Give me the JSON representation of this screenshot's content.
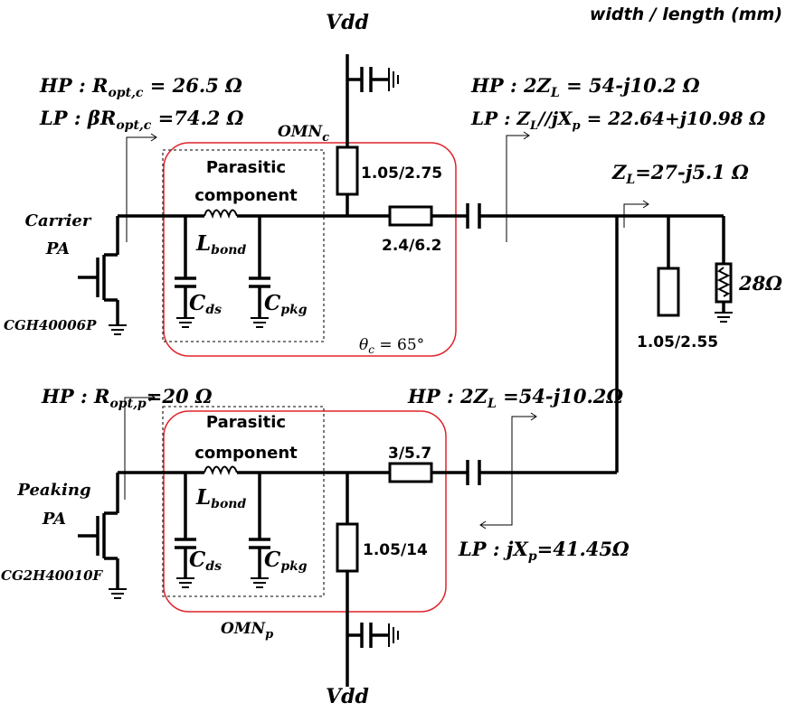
{
  "header": {
    "units_note": "width / length (mm)"
  },
  "supply": {
    "top": "Vdd",
    "bottom": "Vdd"
  },
  "carrier": {
    "label_1": "Carrier",
    "label_2": "PA",
    "device": "CGH40006P",
    "hp": {
      "lead": "HP : R",
      "sub": "opt,c",
      "tail": " = 26.5 Ω"
    },
    "lp": {
      "lead": "LP : βR",
      "sub": "opt,c",
      "tail": " =74.2 Ω"
    },
    "parasitic_1": "Parasitic",
    "parasitic_2": "component",
    "lbond": {
      "main": "L",
      "sub": "bond"
    },
    "cds": {
      "main": "C",
      "sub": "ds"
    },
    "cpkg": {
      "main": "C",
      "sub": "pkg"
    },
    "omn": {
      "main": "OMN",
      "sub": "c"
    },
    "tl_stub": "1.05/2.75",
    "tl_series": "2.4/6.2",
    "theta": {
      "main": "θ",
      "sub": "c",
      "tail": " = 65°"
    },
    "out_hp": {
      "lead": "HP : 2Z",
      "sub": "L",
      "tail": " = 54-j10.2 Ω"
    },
    "out_lp": {
      "lead": "LP : Z",
      "sub": "L",
      "mid": "//jX",
      "sub2": "p",
      "tail": " = 22.64+j10.98 Ω"
    }
  },
  "load": {
    "zl": {
      "lead": "Z",
      "sub": "L",
      "tail": "=27-j5.1 Ω"
    },
    "stub": "1.05/2.55",
    "resistor": "28Ω"
  },
  "peaking": {
    "label_1": "Peaking",
    "label_2": "PA",
    "device": "CG2H40010F",
    "hp": {
      "lead": "HP : R",
      "sub": "opt,p",
      "tail": "=20 Ω"
    },
    "parasitic_1": "Parasitic",
    "parasitic_2": "component",
    "lbond": {
      "main": "L",
      "sub": "bond"
    },
    "cds": {
      "main": "C",
      "sub": "ds"
    },
    "cpkg": {
      "main": "C",
      "sub": "pkg"
    },
    "omn": {
      "main": "OMN",
      "sub": "p"
    },
    "tl_series": "3/5.7",
    "tl_stub": "1.05/14",
    "out_hp": {
      "lead": "HP : 2Z",
      "sub": "L",
      "tail": " =54-j10.2Ω"
    },
    "out_lp": {
      "lead": "LP :  jX",
      "sub": "p",
      "tail": "=41.45Ω"
    }
  },
  "colors": {
    "wire": "#000000",
    "omn_outline": "#e0232a",
    "parasitic_outline": "#333333"
  }
}
